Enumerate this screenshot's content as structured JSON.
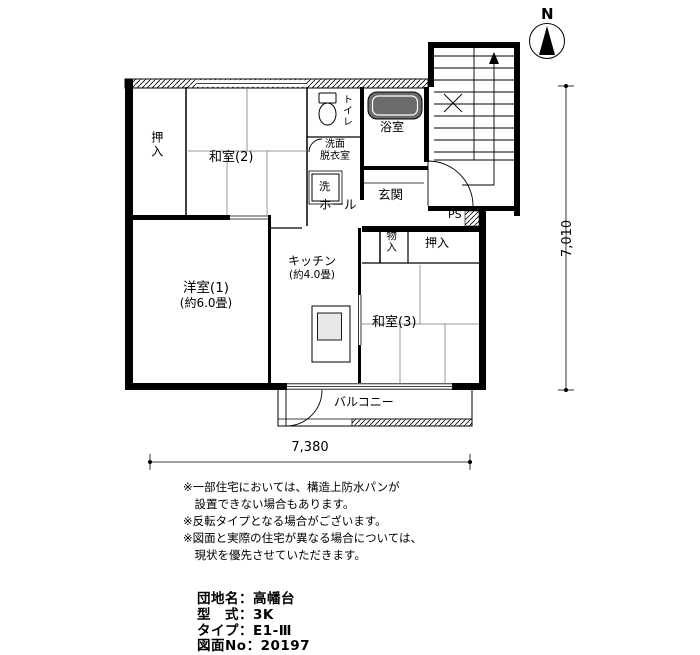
{
  "compass": {
    "north": "N"
  },
  "rooms": {
    "closet_nw": "押入",
    "washitsu2": "和室(2)",
    "toilet": "トイレ",
    "washroom_l1": "洗面",
    "washroom_l2": "脱衣室",
    "laundry": "洗",
    "bath": "浴室",
    "hall": "ホール",
    "genkan": "玄関",
    "ps": "PS",
    "storage": "物入",
    "closet_e": "押入",
    "kitchen_l1": "キッチン",
    "kitchen_l2": "(約4.0畳)",
    "yoshitsu_l1": "洋室(1)",
    "yoshitsu_l2": "(約6.0畳)",
    "washitsu3": "和室(3)",
    "balcony": "バルコニー"
  },
  "dimensions": {
    "height": "7,010",
    "width": "7,380"
  },
  "notes": [
    "※一部住宅においては、構造上防水パンが",
    "　設置できない場合もあります。",
    "※反転タイプとなる場合がございます。",
    "※図面と実際の住宅が異なる場合については、",
    "　現状を優先させていただきます。"
  ],
  "info_lines": [
    "団地名：高幡台",
    "型　式：3K",
    "タイプ：E1-Ⅲ",
    "図面No：20197"
  ],
  "icons": [
    "compass-icon",
    "toilet-icon",
    "bathtub-icon",
    "washing-machine-icon",
    "kitchen-sink-icon",
    "stairs-icon",
    "door-arc-icon"
  ]
}
